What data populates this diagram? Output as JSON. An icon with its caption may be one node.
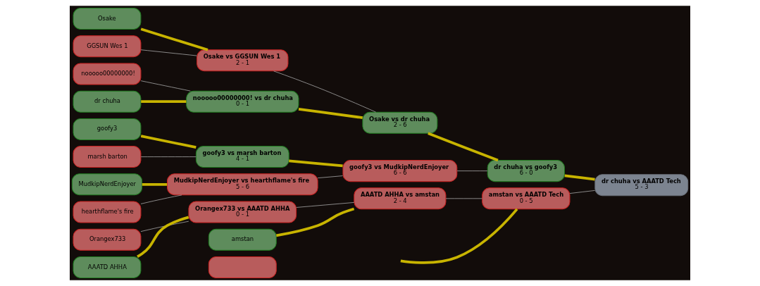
{
  "diagram": {
    "nodes": [
      {
        "text": [
          "Osake"
        ]
      },
      {
        "text": [
          "GGSUN Wes 1"
        ]
      },
      {
        "text": [
          "nooooo00000000!"
        ]
      },
      {
        "text": [
          "dr chuha"
        ]
      },
      {
        "text": [
          "goofy3"
        ]
      },
      {
        "text": [
          "marsh barton"
        ]
      },
      {
        "text": [
          "MudkipNerdEnjoyer"
        ]
      },
      {
        "text": [
          "hearthflame's fire"
        ]
      },
      {
        "text": [
          "Orangex733"
        ]
      },
      {
        "text": [
          "AAATD AHHA"
        ]
      },
      {
        "text": [
          "Osake vs GGSUN Wes 1",
          "2 - 1"
        ]
      },
      {
        "text": [
          "nooooo00000000! vs dr chuha",
          "0 - 1"
        ]
      },
      {
        "text": [
          "goofy3 vs marsh barton",
          "4 - 1"
        ]
      },
      {
        "text": [
          "MudkipNerdEnjoyer vs hearthflame's fire",
          "5 - 6"
        ]
      },
      {
        "text": [
          "Orangex733 vs AAATD AHHA",
          "0 - 1"
        ]
      },
      {
        "text": [
          "amstan"
        ]
      },
      {
        "text": [],
        "shape": "box"
      },
      {
        "text": [
          "Osake vs dr chuha",
          "2 - 6"
        ]
      },
      {
        "text": [
          "goofy3 vs MudkipNerdEnjoyer",
          "6 - 6"
        ]
      },
      {
        "text": [
          "AAATD AHHA vs amstan",
          "2 - 4"
        ]
      },
      {
        "text": [
          "dr chuha vs goofy3",
          "6 - 0"
        ]
      },
      {
        "text": [
          "amstan vs AAATD Tech",
          "0 - 5"
        ]
      },
      {
        "text": [
          "dr chuha vs AAATD Tech",
          "5 - 3"
        ]
      }
    ],
    "edges": [
      {
        "from": 0,
        "to": 10,
        "arrow": "none",
        "style": "thick",
        "color": "#c8b400"
      },
      {
        "from": 1,
        "to": 10,
        "arrow": "none",
        "color": "#a0a0a0"
      },
      {
        "from": 2,
        "to": 11,
        "arrow": "none",
        "color": "#a0a0a0"
      },
      {
        "from": 3,
        "to": 11,
        "arrow": "none",
        "style": "thick",
        "color": "#c8b400"
      },
      {
        "from": 4,
        "to": 12,
        "arrow": "none",
        "style": "thick",
        "color": "#c8b400"
      },
      {
        "from": 5,
        "to": 12,
        "arrow": "none",
        "color": "#a0a0a0"
      },
      {
        "from": 6,
        "to": 13,
        "arrow": "none",
        "style": "thick",
        "color": "#c8b400"
      },
      {
        "from": 7,
        "to": 13,
        "arrow": "none",
        "color": "#a0a0a0"
      },
      {
        "from": 8,
        "to": 14,
        "arrow": "none",
        "color": "#a0a0a0"
      },
      {
        "from": 9,
        "to": 14,
        "arrow": "none",
        "style": "thick",
        "color": "#c8b400"
      },
      {
        "from": 10,
        "to": 17,
        "arrow": "none",
        "color": "#a0a0a0"
      },
      {
        "from": 11,
        "to": 17,
        "arrow": "none",
        "style": "thick",
        "color": "#c8b400"
      },
      {
        "from": 12,
        "to": 18,
        "arrow": "none",
        "style": "thick",
        "color": "#c8b400"
      },
      {
        "from": 13,
        "to": 18,
        "arrow": "none",
        "color": "#a0a0a0"
      },
      {
        "from": 14,
        "to": 19,
        "arrow": "none",
        "color": "#a0a0a0"
      },
      {
        "from": 15,
        "to": 19,
        "arrow": "none",
        "style": "thick",
        "color": "#c8b400"
      },
      {
        "from": 17,
        "to": 20,
        "arrow": "none",
        "style": "thick",
        "color": "#c8b400"
      },
      {
        "from": 18,
        "to": 20,
        "arrow": "none",
        "color": "#a0a0a0"
      },
      {
        "from": 19,
        "to": 21,
        "arrow": "none",
        "color": "#a0a0a0"
      },
      {
        "from": null,
        "to": 21,
        "arrow": "none",
        "style": "thick",
        "color": "#c8b400"
      },
      {
        "from": 20,
        "to": 22,
        "arrow": "none",
        "style": "thick",
        "color": "#c8b400"
      },
      {
        "from": 21,
        "to": 22,
        "arrow": "none",
        "color": "#a0a0a0"
      }
    ]
  }
}
